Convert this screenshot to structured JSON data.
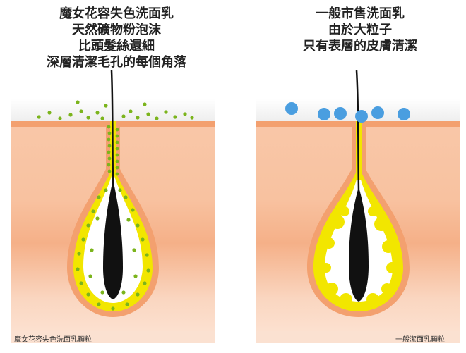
{
  "left_panel": {
    "caption": [
      "魔女花容失色洗面乳",
      "天然礦物粉泡沫",
      "比頭髮絲還細",
      "深層清潔毛孔的每個角落"
    ],
    "label": "魔女花容失色洗面乳顆粒"
  },
  "right_panel": {
    "caption": [
      "一般市售洗面乳",
      "由於大粒子",
      "只有表層的皮膚清潔"
    ],
    "label": "一般潔面乳顆粒"
  },
  "colors": {
    "skin_light": "#fbd9c4",
    "skin_mid": "#f6b48d",
    "skin_border": "#f3a06f",
    "sebum": "#f2e600",
    "hair": "#111111",
    "fine_particle": "#7bb41c",
    "coarse_particle": "#4a9ee0"
  }
}
